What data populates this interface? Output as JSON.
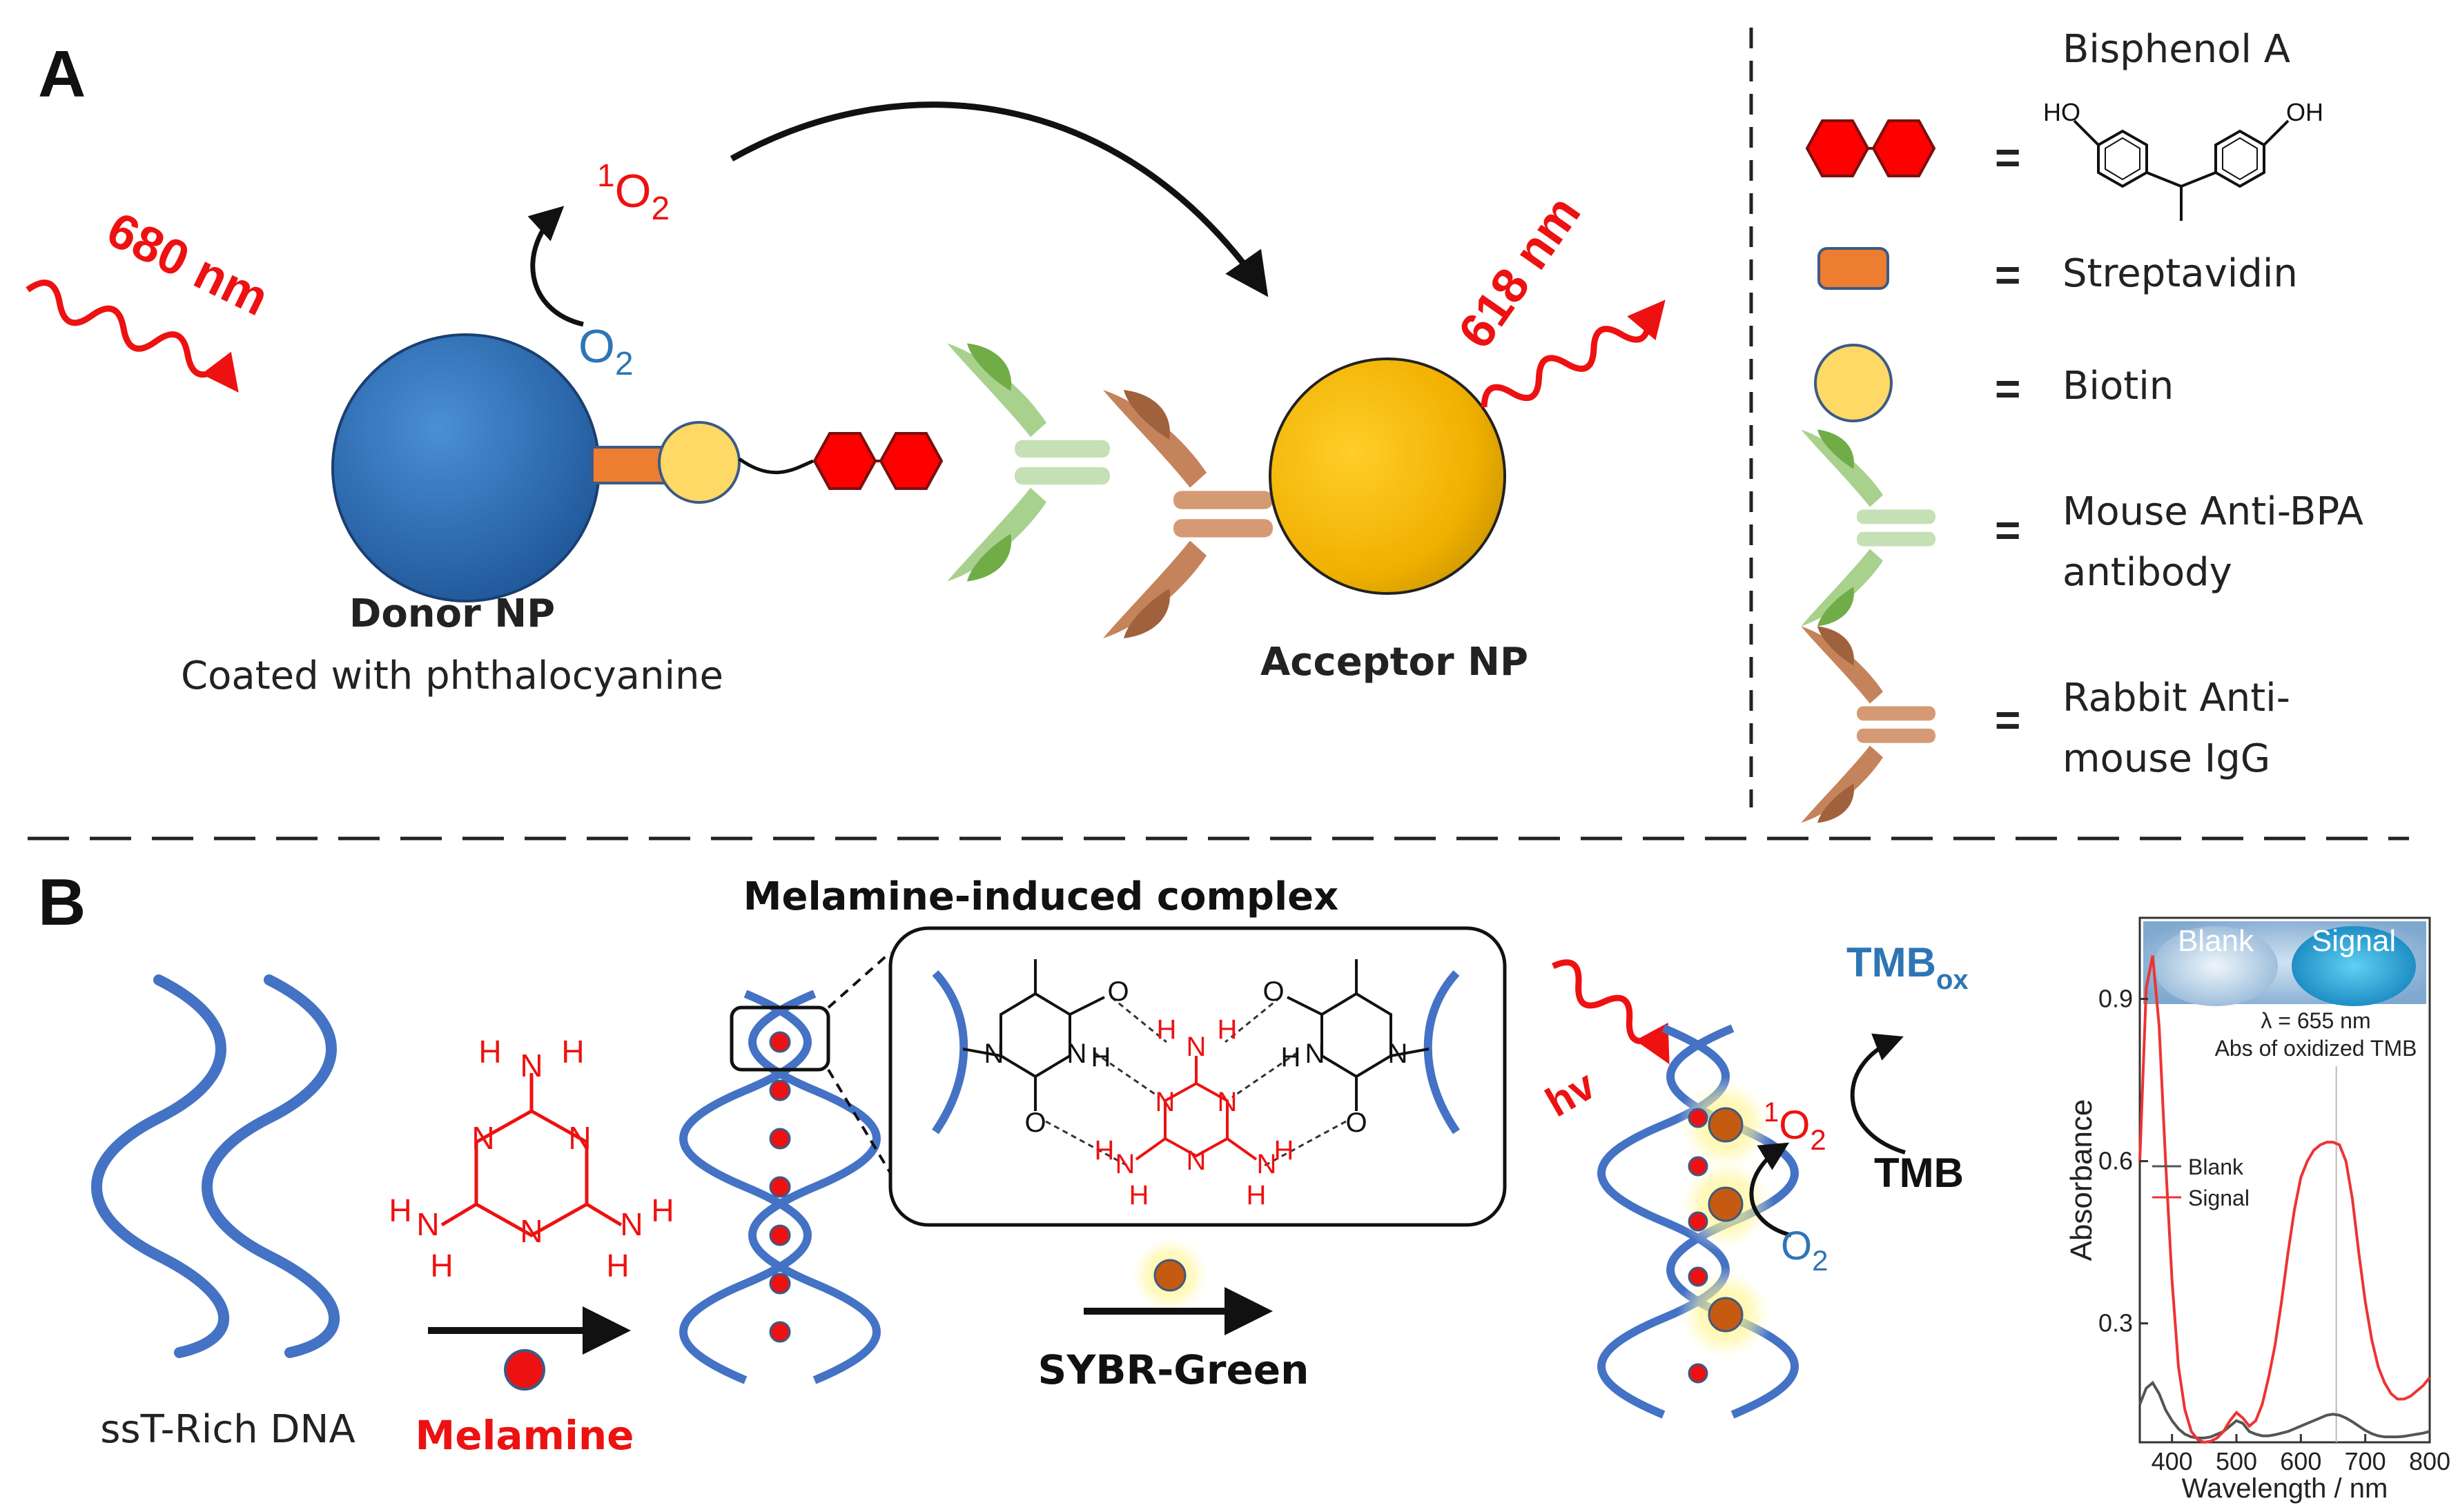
{
  "panel_a": {
    "label": "A",
    "excitation": "680 nm",
    "emission": "618 nm",
    "singlet_oxygen": "O",
    "singlet_oxygen_sup": "1",
    "singlet_oxygen_sub": "2",
    "oxygen": "O",
    "oxygen_sub": "2",
    "donor_title": "Donor NP",
    "donor_subtitle": "Coated with phthalocyanine",
    "acceptor_title": "Acceptor NP"
  },
  "legend": {
    "equals": "=",
    "items": [
      {
        "label": "Bisphenol A"
      },
      {
        "label": "Streptavidin"
      },
      {
        "label": "Biotin"
      },
      {
        "label_line1": "Mouse Anti-BPA",
        "label_line2": "antibody"
      },
      {
        "label_line1": "Rabbit Anti-",
        "label_line2": "mouse IgG"
      }
    ],
    "bpa_ho": "HO",
    "bpa_oh": "OH"
  },
  "panel_b": {
    "label": "B",
    "complex_title": "Melamine-induced complex",
    "dna_label": "ssT-Rich DNA",
    "melamine_label": "Melamine",
    "sybr_label": "SYBR-Green",
    "hv": "hv",
    "singlet_oxygen": "O",
    "singlet_oxygen_sup": "1",
    "singlet_oxygen_sub": "2",
    "oxygen": "O",
    "oxygen_sub": "2",
    "tmb": "TMB",
    "tmbox_main": "TMB",
    "tmbox_sub": "ox",
    "atoms": {
      "H": "H",
      "N": "N",
      "O": "O"
    }
  },
  "colors": {
    "red": "#ee1111",
    "blue": "#4472c4",
    "donor_blue": "#2e6db4",
    "acceptor_gold": "#f0b400",
    "streptavidin": "#ed7d31",
    "biotin": "#ffd966",
    "mouse_ab": "#a9d18e",
    "rabbit_ab": "#c5835c",
    "text_blue": "#2e75b6"
  },
  "chart_data": {
    "type": "line",
    "xlabel": "Wavelength / nm",
    "ylabel": "Absorbance",
    "xlim": [
      350,
      800
    ],
    "ylim": [
      0.08,
      1.05
    ],
    "xticks": [
      400,
      500,
      600,
      700,
      800
    ],
    "yticks": [
      0.3,
      0.6,
      0.9
    ],
    "annotation_line1": "λ = 655 nm",
    "annotation_line2": "Abs of oxidized TMB",
    "inset_left": "Blank",
    "inset_right": "Signal",
    "legend_position": "middle-left",
    "marker_x": 655,
    "series": [
      {
        "name": "Blank",
        "color": "#555555",
        "x": [
          350,
          360,
          370,
          380,
          390,
          400,
          410,
          420,
          430,
          440,
          450,
          460,
          470,
          480,
          490,
          500,
          510,
          520,
          530,
          540,
          550,
          560,
          570,
          580,
          590,
          600,
          610,
          620,
          630,
          640,
          650,
          660,
          670,
          680,
          690,
          700,
          710,
          720,
          730,
          740,
          750,
          760,
          770,
          780,
          790,
          800
        ],
        "y": [
          0.15,
          0.18,
          0.19,
          0.17,
          0.14,
          0.12,
          0.105,
          0.095,
          0.09,
          0.088,
          0.088,
          0.09,
          0.095,
          0.1,
          0.11,
          0.12,
          0.115,
          0.1,
          0.095,
          0.092,
          0.092,
          0.094,
          0.097,
          0.1,
          0.105,
          0.11,
          0.115,
          0.12,
          0.125,
          0.13,
          0.132,
          0.13,
          0.125,
          0.118,
          0.11,
          0.102,
          0.096,
          0.092,
          0.09,
          0.09,
          0.09,
          0.091,
          0.093,
          0.095,
          0.097,
          0.1
        ]
      },
      {
        "name": "Signal",
        "color": "#ee3333",
        "x": [
          350,
          360,
          370,
          380,
          390,
          400,
          410,
          420,
          430,
          440,
          450,
          460,
          470,
          480,
          490,
          500,
          510,
          520,
          530,
          540,
          550,
          560,
          570,
          580,
          590,
          600,
          610,
          620,
          630,
          640,
          650,
          660,
          670,
          680,
          690,
          700,
          710,
          720,
          730,
          740,
          750,
          760,
          770,
          780,
          790,
          800
        ],
        "y": [
          0.6,
          0.92,
          0.98,
          0.85,
          0.6,
          0.38,
          0.22,
          0.14,
          0.1,
          0.085,
          0.08,
          0.082,
          0.088,
          0.1,
          0.12,
          0.135,
          0.125,
          0.11,
          0.12,
          0.15,
          0.2,
          0.26,
          0.34,
          0.43,
          0.51,
          0.57,
          0.6,
          0.62,
          0.63,
          0.635,
          0.635,
          0.63,
          0.6,
          0.53,
          0.43,
          0.34,
          0.27,
          0.22,
          0.19,
          0.17,
          0.16,
          0.16,
          0.165,
          0.175,
          0.185,
          0.2
        ]
      }
    ]
  }
}
